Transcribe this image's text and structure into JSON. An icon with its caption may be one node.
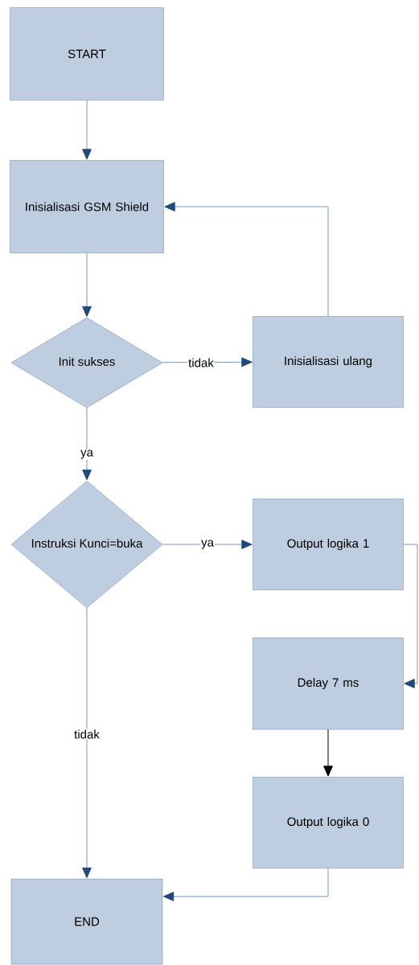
{
  "diagram": {
    "nodes": [
      {
        "text": [
          "START"
        ]
      },
      {
        "text": [
          "Inisialisasi GSM Shield"
        ]
      },
      {
        "text": [
          "Init sukses"
        ]
      },
      {
        "text": [
          "Inisialisasi ulang"
        ]
      },
      {
        "text": [
          "Instruksi Kunci=buka"
        ]
      },
      {
        "text": [
          "Output logika 1"
        ]
      },
      {
        "text": [
          "Delay 7 ms"
        ]
      },
      {
        "text": [
          "Output logika 0"
        ]
      },
      {
        "text": [
          "END"
        ]
      }
    ],
    "edges": [
      {
        "from": 0,
        "to": 1,
        "arrow": "to"
      },
      {
        "from": 1,
        "to": 2,
        "arrow": "to"
      },
      {
        "from": 2,
        "to": 3,
        "arrow": "to",
        "label": "tidak"
      },
      {
        "from": 3,
        "to": 1,
        "arrow": "to"
      },
      {
        "from": 2,
        "to": 4,
        "arrow": "to",
        "label": "ya"
      },
      {
        "from": 4,
        "to": 5,
        "arrow": "to",
        "label": "ya"
      },
      {
        "from": 4,
        "to": 8,
        "arrow": "to",
        "label": "tidak"
      },
      {
        "from": 5,
        "to": 6,
        "arrow": "to"
      },
      {
        "from": 6,
        "to": 7,
        "arrow": "to",
        "color": "#000000"
      },
      {
        "from": 7,
        "to": 8,
        "arrow": "to"
      }
    ]
  }
}
